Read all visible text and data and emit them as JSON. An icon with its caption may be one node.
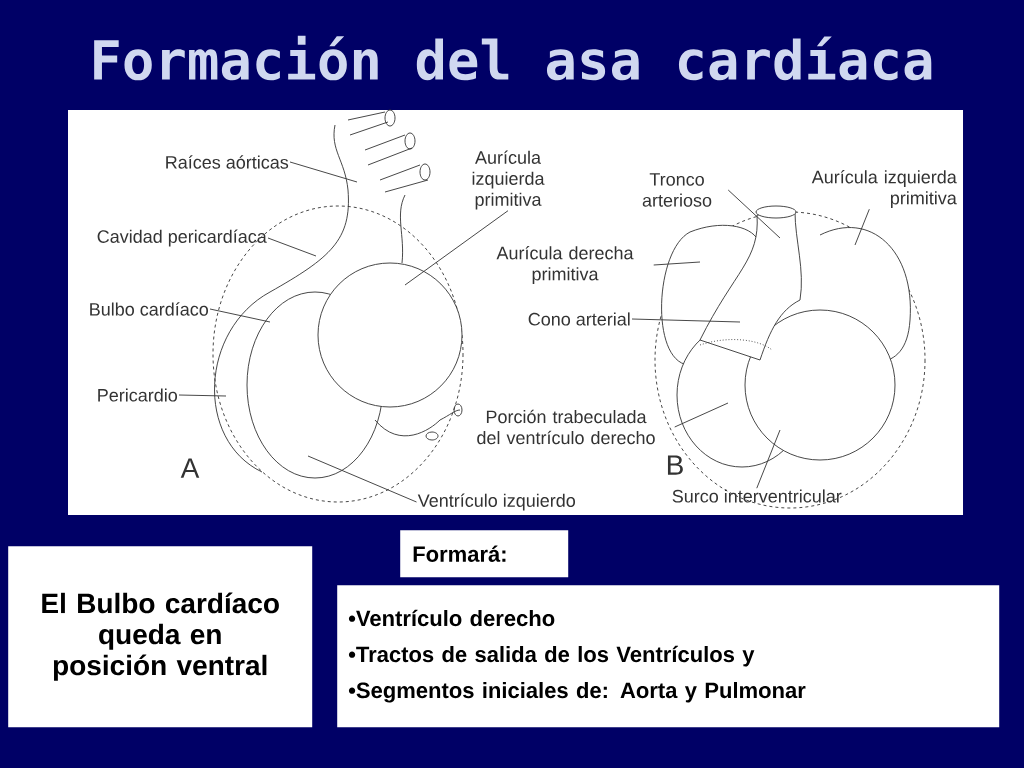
{
  "diagram": {
    "title": "Formación del asa cardíaca",
    "nodes": [
      {
        "text": [
          "Raíces aórticas"
        ]
      },
      {
        "text": [
          "Cavidad pericardíaca"
        ]
      },
      {
        "text": [
          "Bulbo cardíaco"
        ]
      },
      {
        "text": [
          "Pericardio"
        ]
      },
      {
        "text": [
          "Aurícula izquierda primitiva"
        ]
      },
      {
        "text": [
          "Ventrículo izquierdo"
        ]
      },
      {
        "text": [
          "Tronco arterioso"
        ]
      },
      {
        "text": [
          "Aurícula izquierda primitiva"
        ]
      },
      {
        "text": [
          "Aurícula derecha primitiva"
        ]
      },
      {
        "text": [
          "Cono arterial"
        ]
      },
      {
        "text": [
          "Porción trabeculada del ventrículo derecho"
        ]
      },
      {
        "text": [
          "Surco interventricular"
        ]
      },
      {
        "text": [
          "Formará:"
        ]
      },
      {
        "text": [
          "•Ventrículo derecho",
          "•Tractos de salida de los Ventrículos y",
          "•Segmentos iniciales de: Aorta y Pulmonar"
        ]
      },
      {
        "text": [
          "El Bulbo cardíaco queda en posición ventral"
        ]
      }
    ],
    "edges": [
      {
        "from": 0,
        "to": null,
        "arrow": "none"
      },
      {
        "from": 1,
        "to": null,
        "arrow": "none"
      },
      {
        "from": 2,
        "to": null,
        "arrow": "none"
      },
      {
        "from": 3,
        "to": null,
        "arrow": "none"
      },
      {
        "from": 4,
        "to": null,
        "arrow": "none"
      },
      {
        "from": 5,
        "to": null,
        "arrow": "none"
      },
      {
        "from": 6,
        "to": null,
        "arrow": "none"
      },
      {
        "from": 7,
        "to": null,
        "arrow": "none"
      },
      {
        "from": 8,
        "to": null,
        "arrow": "none"
      },
      {
        "from": 9,
        "to": null,
        "arrow": "none"
      },
      {
        "from": 10,
        "to": null,
        "arrow": "none"
      },
      {
        "from": 11,
        "to": null,
        "arrow": "none"
      }
    ],
    "labels": [
      "A",
      "B"
    ]
  }
}
